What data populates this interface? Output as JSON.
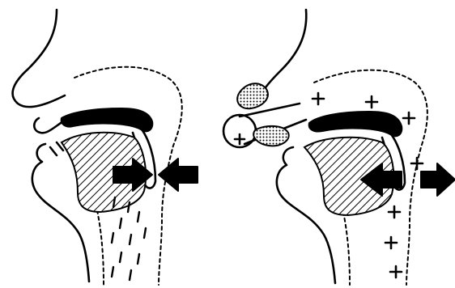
{
  "colors": {
    "ink": "#000000",
    "paper": "#ffffff"
  },
  "panels": [
    {
      "name": "left-profile",
      "features": [
        "face-outline",
        "palate-bar",
        "hatched-tongue",
        "converging-arrows",
        "falling-droplets"
      ]
    },
    {
      "name": "right-profile",
      "features": [
        "face-outline",
        "tube-in-mouth",
        "palate-bar",
        "hatched-tongue",
        "diverging-arrows",
        "plus-signs"
      ]
    }
  ],
  "plus_sign_count": 8,
  "droplet_count": 11
}
